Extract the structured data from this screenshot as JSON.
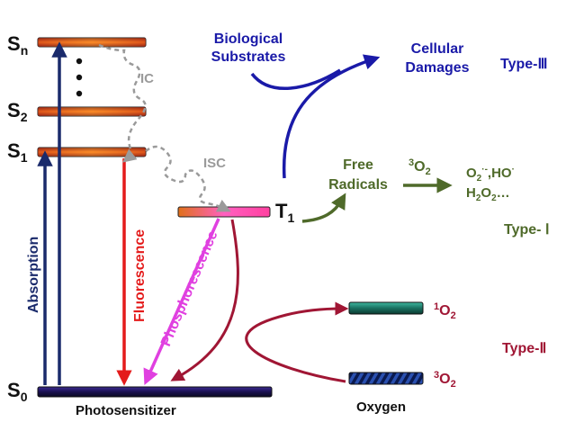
{
  "states": {
    "sn": {
      "main": "S",
      "sub": "n"
    },
    "s2": {
      "main": "S",
      "sub": "2"
    },
    "s1": {
      "main": "S",
      "sub": "1"
    },
    "t1": {
      "main": "T",
      "sub": "1"
    },
    "s0": {
      "main": "S",
      "sub": "0"
    }
  },
  "processes": {
    "absorption": "Absorption",
    "fluorescence": "Fluorescence",
    "phosphorescence": "Phosphorescence",
    "ic": "IC",
    "isc": "ISC"
  },
  "labels": {
    "photosensitizer": "Photosensitizer",
    "oxygen": "Oxygen",
    "biological_1": "Biological",
    "biological_2": "Substrates",
    "cellular_1": "Cellular",
    "cellular_2": "Damages",
    "free_1": "Free",
    "free_2": "Radicals",
    "triplet_o2_sup": "3",
    "triplet_o2_main": "O",
    "triplet_o2_sub": "2",
    "singlet_o2_sup": "1",
    "singlet_o2_main": "O",
    "singlet_o2_sub": "2",
    "ground_o2_sup": "3",
    "ground_o2_main": "O",
    "ground_o2_sub": "2",
    "ros_line1_a": "O",
    "ros_line1_b": "2",
    "ros_line1_c": "·-",
    "ros_line1_d": ",HO",
    "ros_line1_e": "·",
    "ros_line2_a": "H",
    "ros_line2_b": "2",
    "ros_line2_c": "O",
    "ros_line2_d": "2",
    "ros_line2_e": "…"
  },
  "types": {
    "type3": "Type-Ⅲ",
    "type1": "Type- Ⅰ",
    "type2": "Type-Ⅱ"
  },
  "colors": {
    "navy": "#1a2a6b",
    "blue": "#1a1aa8",
    "red": "#e41b1b",
    "magenta": "#e040e0",
    "maroon": "#a01634",
    "olive": "#4f6a2a",
    "gray": "#9a9a9a"
  }
}
